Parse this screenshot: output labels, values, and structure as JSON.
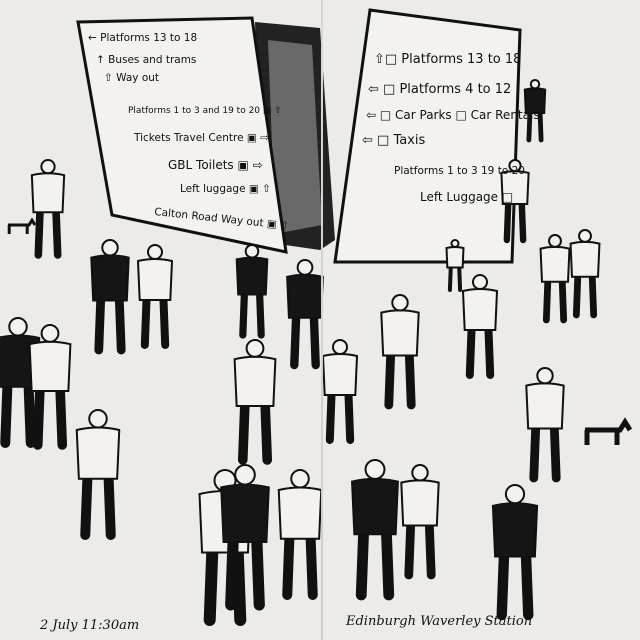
{
  "left_sign": {
    "lines": [
      "← Platforms 13 to 18",
      "↑ Buses and trams",
      "⇧ Way out",
      "Platforms 1 to 3 and 19 to 20 ▣ ⇧",
      "Tickets Travel Centre ▣ ⇨",
      "GBL Toilets ▣ ⇨",
      "Left luggage ▣ ⇧",
      "Calton Road Way out ▣ ⇧"
    ]
  },
  "right_sign": {
    "lines": [
      "⇧□ Platforms 13 to 18",
      "⇦ □ Platforms 4 to 12",
      "⇦ □ Car Parks □ Car Rentals",
      "⇦ □ Taxis",
      "Platforms 1 to 3 19 to 20",
      "Left Luggage □"
    ]
  },
  "captions": {
    "date": "2 July 11:30am",
    "place": "Edinburgh Waverley Station"
  }
}
